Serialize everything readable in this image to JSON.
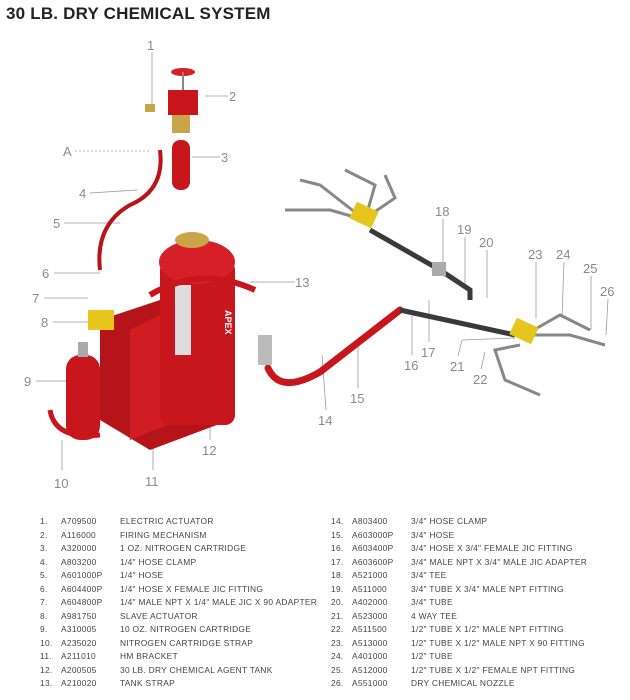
{
  "title": "30 LB. DRY CHEMICAL SYSTEM",
  "callouts": {
    "1": "1",
    "2": "2",
    "3": "3",
    "A": "A",
    "4": "4",
    "5": "5",
    "6": "6",
    "7": "7",
    "8": "8",
    "9": "9",
    "10": "10",
    "11": "11",
    "12": "12",
    "13": "13",
    "14": "14",
    "15": "15",
    "16": "16",
    "17": "17",
    "18": "18",
    "19": "19",
    "20": "20",
    "21": "21",
    "22": "22",
    "23": "23",
    "24": "24",
    "25": "25",
    "26": "26"
  },
  "brand_mark": "APEX",
  "colors": {
    "tank_red": "#c8161d",
    "brass": "#d4a83a",
    "yellow": "#e6c51c",
    "steel": "#9aa0a6",
    "callout_gray": "#8a8a8a"
  },
  "parts_left": [
    {
      "num": "1.",
      "code": "A709500",
      "desc": "ELECTRIC ACTUATOR"
    },
    {
      "num": "2.",
      "code": "A116000",
      "desc": "FIRING MECHANISM"
    },
    {
      "num": "3.",
      "code": "A320000",
      "desc": "1 OZ. NITROGEN CARTRIDGE"
    },
    {
      "num": "4.",
      "code": "A803200",
      "desc": "1/4\" HOSE CLAMP"
    },
    {
      "num": "5.",
      "code": "A601000P",
      "desc": "1/4\" HOSE"
    },
    {
      "num": "6.",
      "code": "A604400P",
      "desc": "1/4\" HOSE X FEMALE JIC FITTING"
    },
    {
      "num": "7.",
      "code": "A604800P",
      "desc": "1/4\" MALE NPT X 1/4\" MALE JIC X 90 ADAPTER"
    },
    {
      "num": "8.",
      "code": "A981750",
      "desc": "SLAVE ACTUATOR"
    },
    {
      "num": "9.",
      "code": "A310005",
      "desc": "10 OZ. NITROGEN CARTRIDGE"
    },
    {
      "num": "10.",
      "code": "A235020",
      "desc": "NITROGEN CARTRIDGE STRAP"
    },
    {
      "num": "11.",
      "code": "A211010",
      "desc": "HM BRACKET"
    },
    {
      "num": "12.",
      "code": "A200505",
      "desc": "30 LB. DRY CHEMICAL AGENT TANK"
    },
    {
      "num": "13.",
      "code": "A210020",
      "desc": "TANK STRAP"
    }
  ],
  "parts_right": [
    {
      "num": "14.",
      "code": "A803400",
      "desc": "3/4\" HOSE CLAMP"
    },
    {
      "num": "15.",
      "code": "A603000P",
      "desc": "3/4\" HOSE"
    },
    {
      "num": "16.",
      "code": "A603400P",
      "desc": "3/4\" HOSE X 3/4\" FEMALE JIC FITTING"
    },
    {
      "num": "17.",
      "code": "A603600P",
      "desc": "3/4\" MALE NPT X 3/4\" MALE JIC ADAPTER"
    },
    {
      "num": "18.",
      "code": "A521000",
      "desc": "3/4\" TEE"
    },
    {
      "num": "19.",
      "code": "A511000",
      "desc": "3/4\" TUBE X 3/4\" MALE NPT FITTING"
    },
    {
      "num": "20.",
      "code": "A402000",
      "desc": "3/4\" TUBE"
    },
    {
      "num": "21.",
      "code": "A523000",
      "desc": "4 WAY TEE"
    },
    {
      "num": "22.",
      "code": "A511500",
      "desc": "1/2\" TUBE X 1/2\" MALE NPT FITTING"
    },
    {
      "num": "23.",
      "code": "A513000",
      "desc": "1/2\" TUBE X 1/2\" MALE NPT X 90 FITTING"
    },
    {
      "num": "24.",
      "code": "A401000",
      "desc": "1/2\" TUBE"
    },
    {
      "num": "25.",
      "code": "A512000",
      "desc": "1/2\" TUBE X 1/2\" FEMALE NPT FITTING"
    },
    {
      "num": "26.",
      "code": "A551000",
      "desc": "DRY CHEMICAL NOZZLE"
    }
  ]
}
